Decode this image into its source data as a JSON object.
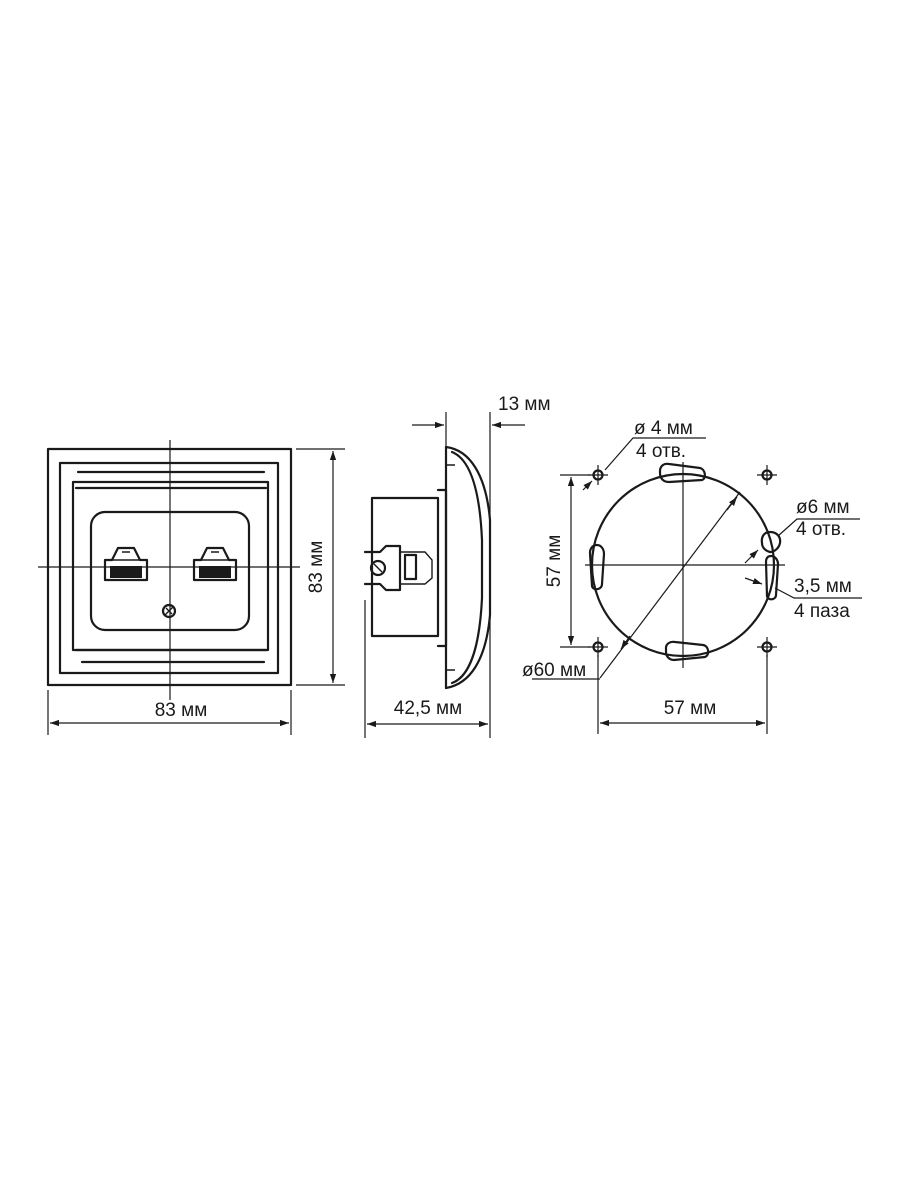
{
  "drawing": {
    "front_view": {
      "width_label": "83 мм",
      "height_label": "83 мм"
    },
    "side_view": {
      "frame_depth_label": "13 мм",
      "total_depth_label": "42,5 мм"
    },
    "mounting_view": {
      "small_hole_diameter_label": "ø 4 мм",
      "small_hole_count_label": "4 отв.",
      "large_hole_diameter_label": "ø6 мм",
      "large_hole_count_label": "4 отв.",
      "slot_width_label": "3,5 мм",
      "slot_count_label": "4 паза",
      "circle_diameter_label": "ø60 мм",
      "horizontal_spacing_label": "57 мм",
      "vertical_spacing_label": "57 мм"
    }
  }
}
